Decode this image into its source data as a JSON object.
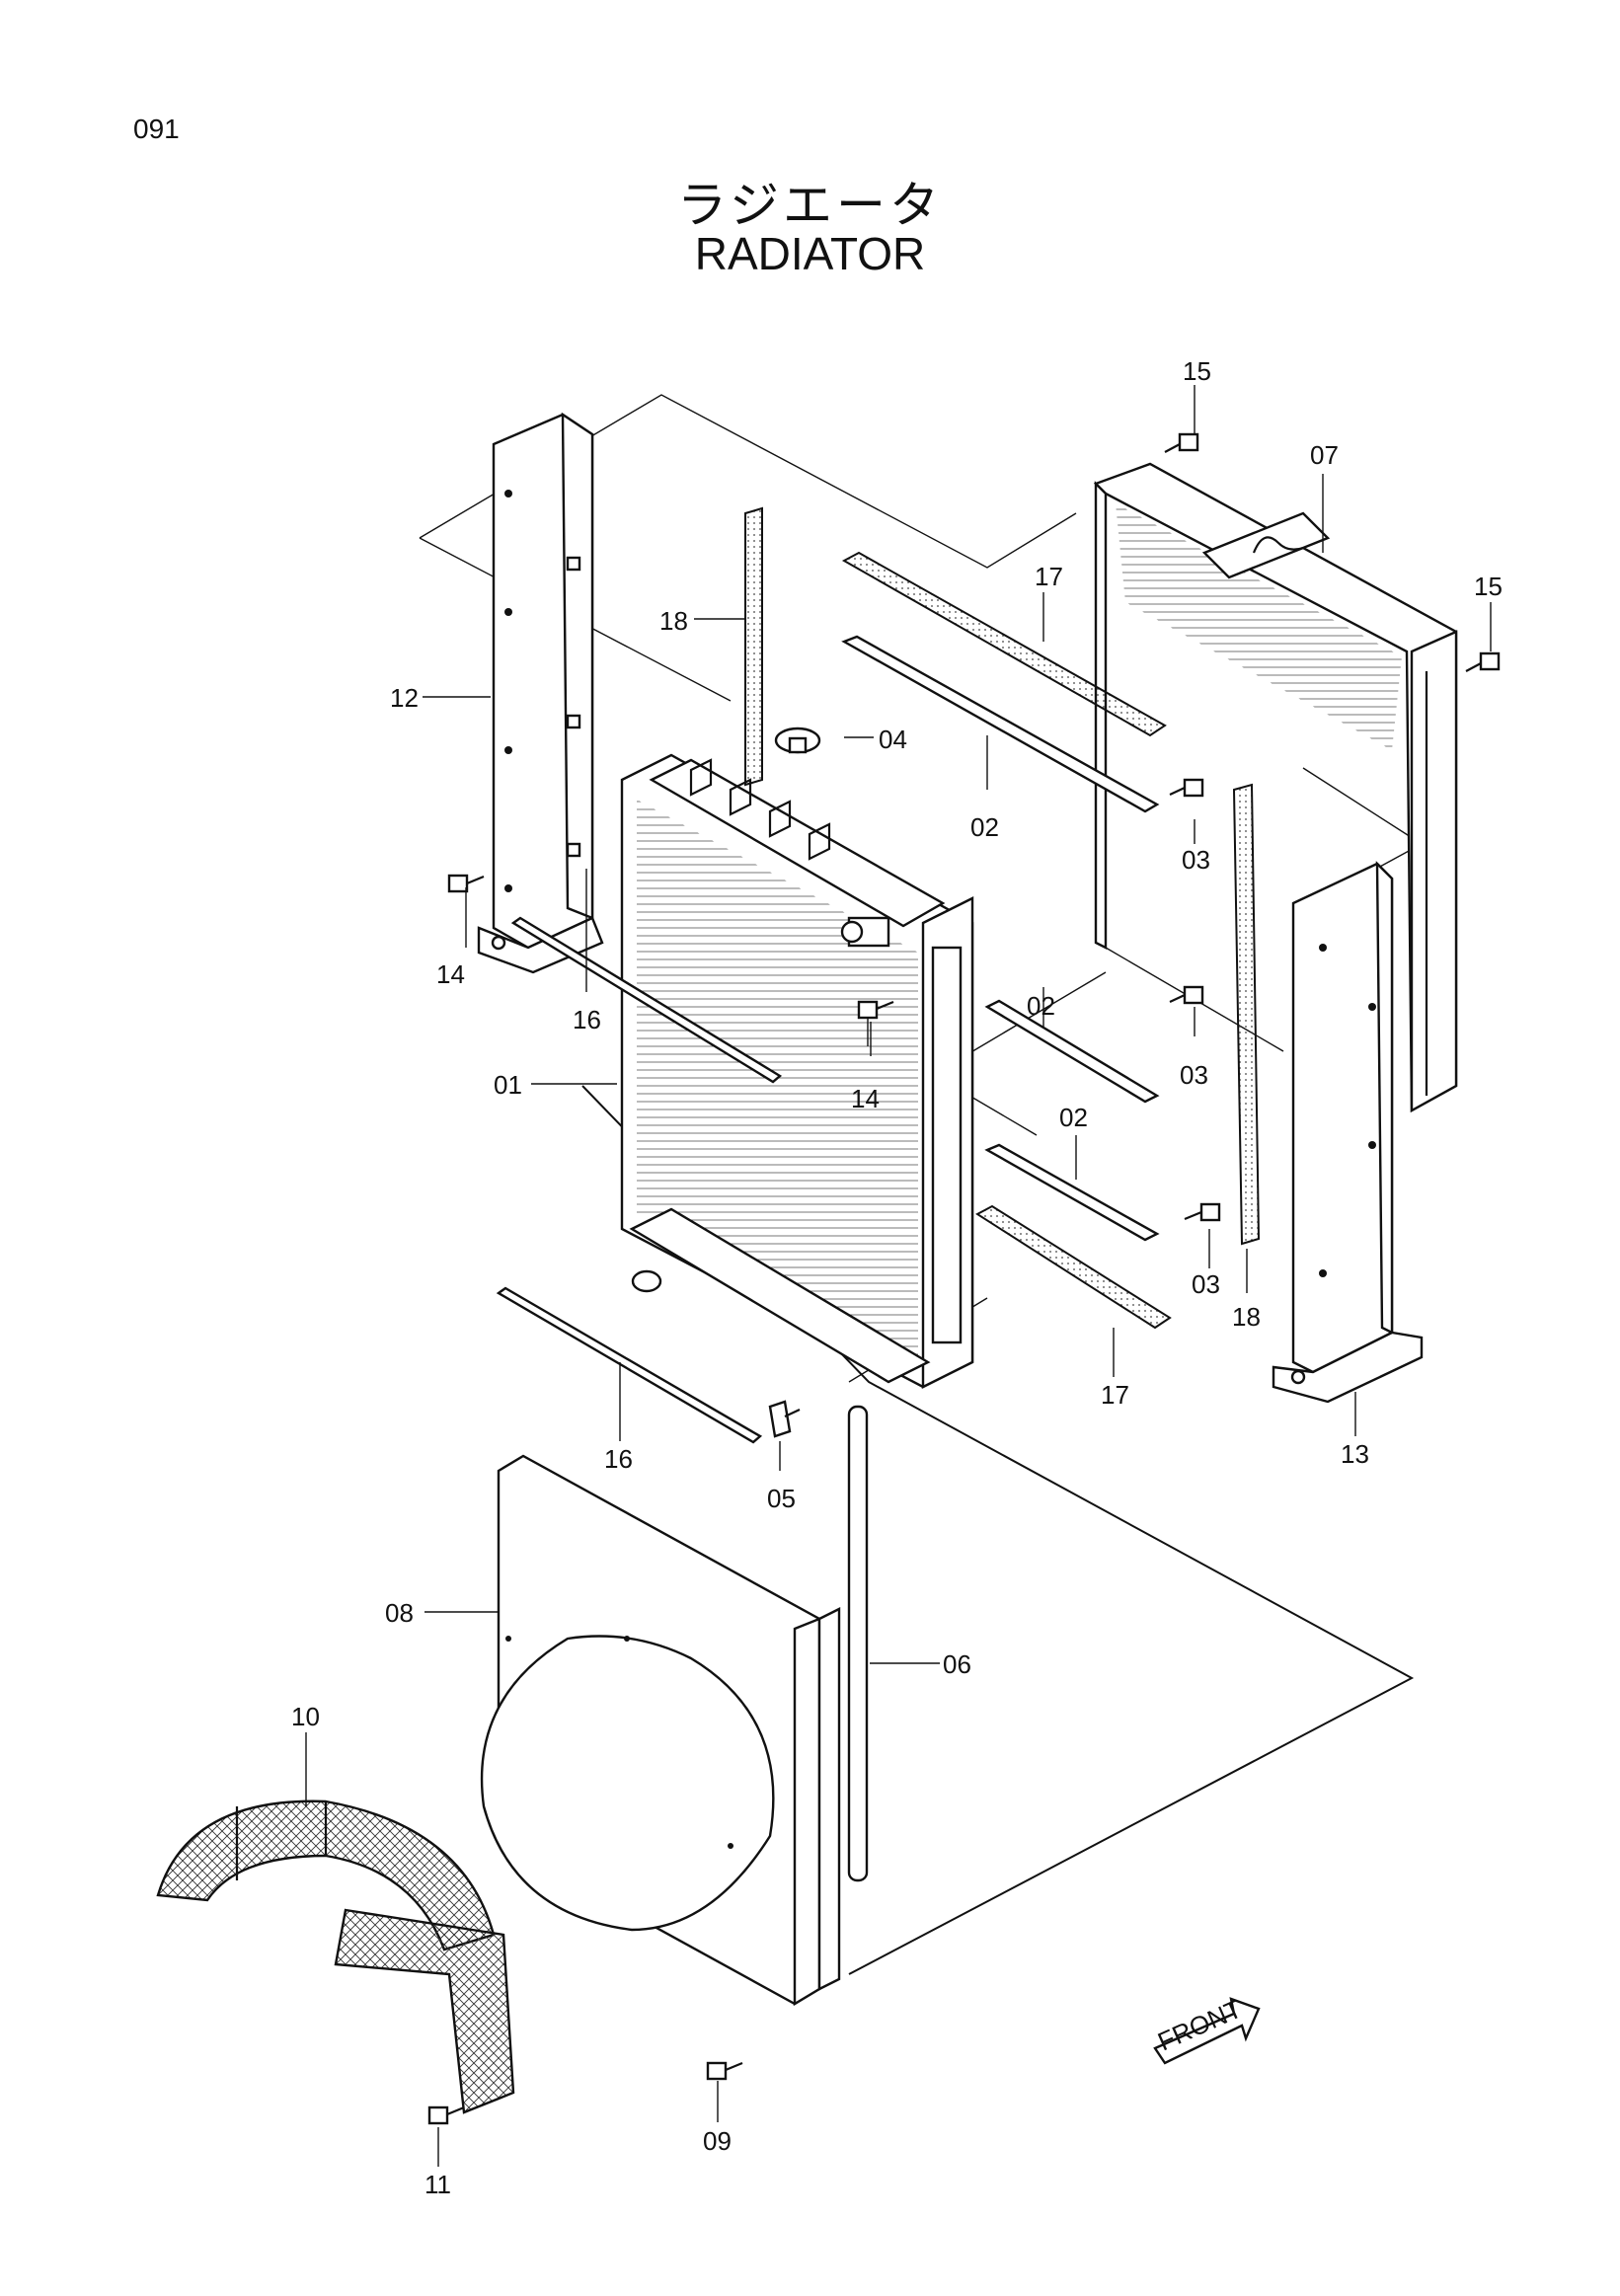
{
  "page_number": "091",
  "title_jp": "ラジエータ",
  "title_en": "RADIATOR",
  "labels": {
    "p01": "01",
    "p02a": "02",
    "p02b": "02",
    "p02c": "02",
    "p03a": "03",
    "p03b": "03",
    "p03c": "03",
    "p04": "04",
    "p05": "05",
    "p06": "06",
    "p07": "07",
    "p08": "08",
    "p09": "09",
    "p10": "10",
    "p11": "11",
    "p12": "12",
    "p13": "13",
    "p14a": "14",
    "p14b": "14",
    "p15a": "15",
    "p15b": "15",
    "p16a": "16",
    "p16b": "16",
    "p17a": "17",
    "p17b": "17",
    "p18a": "18",
    "p18b": "18"
  },
  "front_marker": "FRONT"
}
